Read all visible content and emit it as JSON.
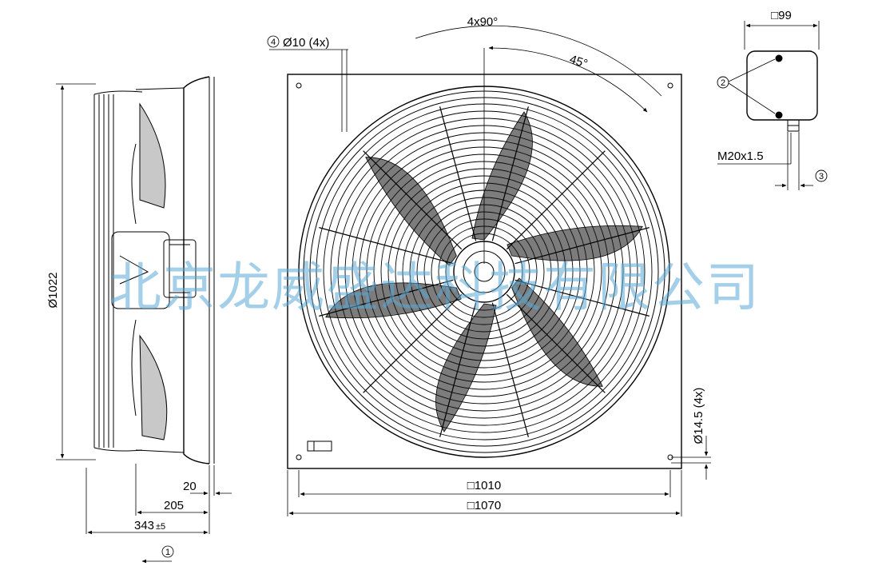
{
  "dimensions": {
    "diameter": "Ø1022",
    "gap": "20",
    "depth_205": "205",
    "depth_343": "343",
    "depth_tol": "±5",
    "mount_holes": "Ø10 (4x)",
    "rotation_4x": "4x90°",
    "angle_45": "45°",
    "hole_side": "Ø14.5 (4x)",
    "square_1010": "□1010",
    "square_1070": "□1070",
    "box_99": "□99",
    "cable_gland": "M20x1.5"
  },
  "callouts": {
    "airflow": "1",
    "terminal": "2",
    "gland": "3",
    "holes": "4"
  },
  "watermark": "北京龙威盛达科技有限公司",
  "colors": {
    "line": "#000000",
    "watermark": "#5aa7d6"
  }
}
